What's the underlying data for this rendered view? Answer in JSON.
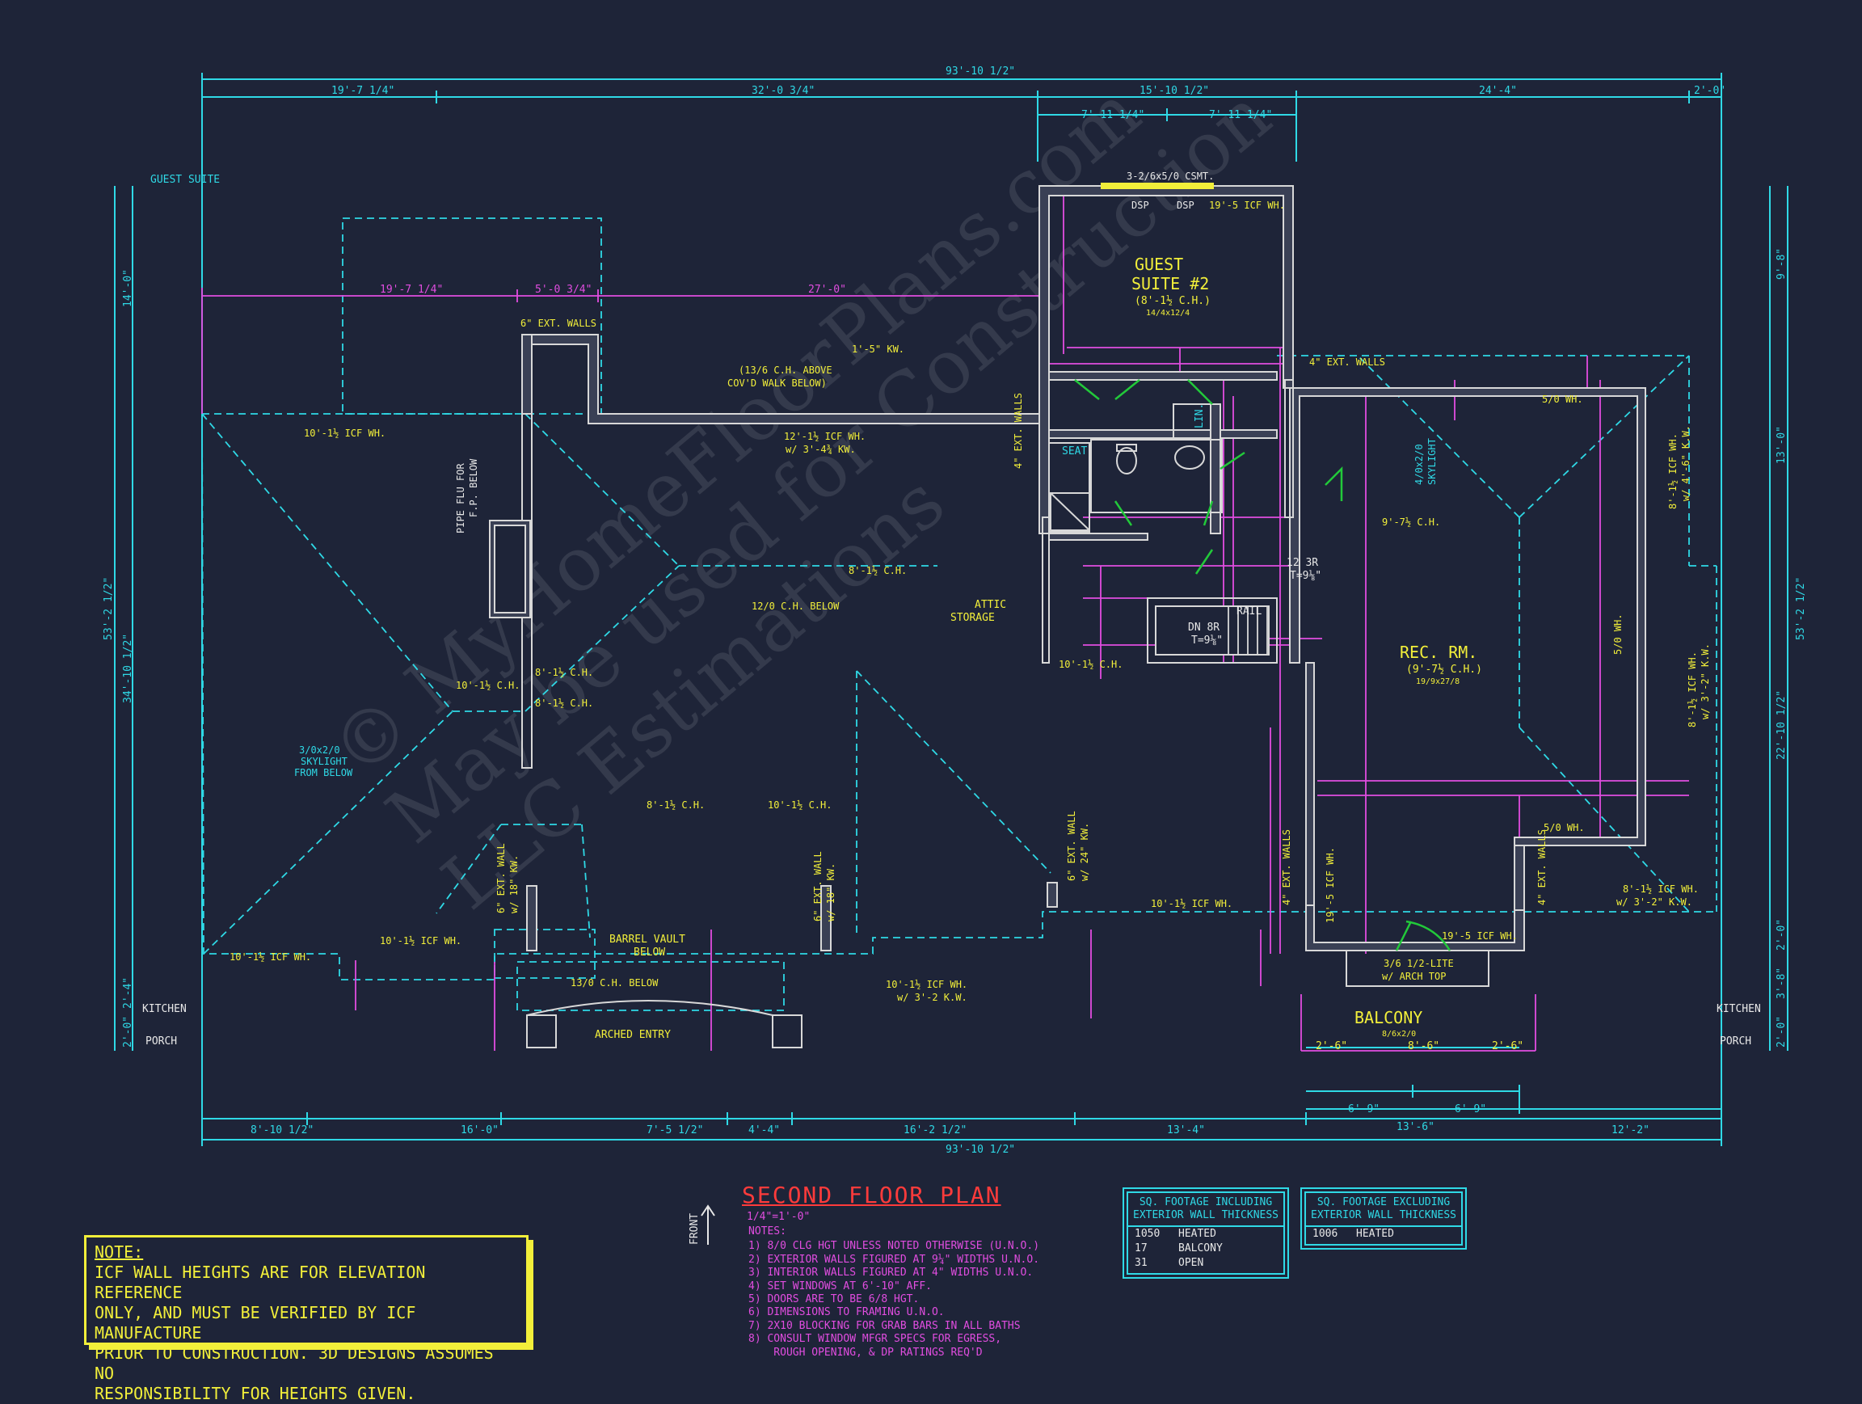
{
  "sheet": {
    "title": "SECOND FLOOR PLAN",
    "scale": "1/4\"=1'-0\"",
    "front_label": "FRONT"
  },
  "watermark": {
    "line1": "© MyHomeFloorPlans.com",
    "line2": "May be used for Construction",
    "line3": "LLC Estimations"
  },
  "dimensions": {
    "overall_top": "93'-10 1/2\"",
    "overall_bottom": "93'-10 1/2\"",
    "top_segments": [
      "19'-7 1/4\"",
      "32'-0 3/4\"",
      "15'-10 1/2\"",
      "24'-4\"",
      "2'-0\""
    ],
    "top_sub": [
      "7'-11 1/4\"",
      "7'-11 1/4\""
    ],
    "inner_top": [
      "19'-7 1/4\"",
      "5'-0 3/4\"",
      "27'-0\""
    ],
    "bottom_segments": [
      "8'-10 1/2\"",
      "16'-0\"",
      "7'-5 1/2\"",
      "4'-4\"",
      "16'-2 1/2\"",
      "13'-4\"",
      "12'-2\""
    ],
    "bottom_upper": [
      "6'-9\"",
      "6'-9\"",
      "13'-6\""
    ],
    "balcony_dims": [
      "2'-6\"",
      "8'-6\"",
      "2'-6\""
    ],
    "left_overall": "53'-2 1/2\"",
    "left_segments": [
      "14'-0\"",
      "34'-10 1/2\"",
      "2'-4\"",
      "2'-0\""
    ],
    "right_overall": "53'-2 1/2\"",
    "right_segments": [
      "9'-8\"",
      "13'-0\"",
      "22'-10 1/2\"",
      "2'-0\"",
      "3'-8\"",
      "2'-0\""
    ]
  },
  "rooms": {
    "guest_suite_top": "GUEST SUITE",
    "guest_suite_2": "GUEST",
    "guest_suite_2b": "SUITE #2",
    "guest_suite_2_ch": "(8'-1½ C.H.)",
    "guest_suite_2_size": "14/4x12/4",
    "rec_rm": "REC. RM.",
    "rec_rm_ch": "(9'-7½ C.H.)",
    "rec_rm_size": "19/9x27/8",
    "balcony": "BALCONY",
    "balcony_size": "8/6x2/0",
    "kitchen_left": "KITCHEN",
    "porch_left": "PORCH",
    "kitchen_right": "KITCHEN",
    "porch_right": "PORCH",
    "arched_entry": "ARCHED ENTRY",
    "barrel_vault": "BARREL VAULT",
    "barrel_vault2": "BELOW",
    "attic": "ATTIC",
    "attic2": "STORAGE",
    "seat": "SEAT",
    "lin": "LIN.",
    "rail": "RAIL",
    "dn_br": "DN 8R",
    "dn_br_t": "T=9⅛\"",
    "up_br": "12 3R",
    "up_br_t": "T=9⅛\""
  },
  "labels": {
    "csmt": "3-2/6x5/0 CSMT.",
    "dsp1": "DSP",
    "dsp2": "DSP",
    "icf_top": "19'-5 ICF WH.",
    "ext_walls_6": "6\" EXT. WALLS",
    "kw_1_5": "1'-5\" KW.",
    "ch_above": "(13/6 C.H. ABOVE",
    "ch_above2": "COV'D WALK BELOW)",
    "icf_10_1_left": "10'-1½ ICF WH.",
    "icf_12_1": "12'-1½ ICF WH.",
    "icf_12_1b": "w/ 3'-4¾ KW.",
    "pipe_flu": "PIPE FLU FOR",
    "pipe_flu2": "F.P. BELOW",
    "ch_8_1": "8'-1½ C.H.",
    "ch_12_0": "12/0 C.H. BELOW",
    "ch_10_1": "10'-1½ C.H.",
    "ch_8_1b": "8'-1½ C.H.",
    "ch_8_1c": "8'-1½ C.H.",
    "ch_10_1b": "10'-1½ C.H.",
    "ch_10_1c": "10'-1½ C.H.",
    "ch_8_1d": "8'-1½ C.H.",
    "skylight": "3/0x2/0",
    "skylight2": "SKYLIGHT",
    "skylight3": "FROM BELOW",
    "icf_10_1_bl": "10'-1½ ICF WH.",
    "icf_10_1_b2": "10'-1½ ICF WH.",
    "ch_13_0": "13/0 C.H. BELOW",
    "icf_10_1_b3": "10'-1½ ICF WH.",
    "icf_10_1_b3b": "w/ 3'-2 K.W.",
    "icf_10_1_mid": "10'-1½ ICF WH.",
    "ext_walls_4": "4\" EXT. WALLS",
    "ext_wall_6a": "6\" EXT. WALL",
    "ext_wall_6a2": "w/ 18\" KW.",
    "ext_wall_6b": "6\" EXT. WALL",
    "ext_wall_6b2": "w/ 18\" KW.",
    "ext_wall_6c": "6\" EXT. WALL",
    "ext_wall_6c2": "w/ 24\" KW.",
    "icf_8_1_r": "8'-1½ ICF WH.",
    "icf_8_1_rb": "w/ 4'-6\" K.W.",
    "wh_5_0": "5/0 WH.",
    "wh_5_0b": "5/0 WH.",
    "wh_5_0c": "5/0 WH.",
    "ch_9_7": "9'-7½ C.H.",
    "skylight_r": "4/0x2/0",
    "skylight_r2": "SKYLIGHT",
    "icf_8_1_r2": "8'-1½ ICF WH.",
    "icf_8_1_r2b": "w/ 3'-2\" K.W.",
    "icf_8_1_r3": "8'-1½ ICF WH.",
    "icf_8_1_r3b": "w/ 3'-2\" K.W.",
    "icf_19_5_a": "19'-5 ICF WH.",
    "icf_19_5_b": "19'-5 ICF WH.",
    "door_balc": "3/6 1/2-LITE",
    "door_balc2": "w/ ARCH TOP",
    "ext_walls_4b": "4\" EXT. WALLS",
    "ext_walls_4c": "4\" EXT. WALLS",
    "ext_walls_4d": "4\" EXT. WALLS"
  },
  "note_box": {
    "title": "NOTE:",
    "lines": [
      "ICF WALL HEIGHTS ARE FOR ELEVATION REFERENCE",
      "ONLY, AND MUST BE VERIFIED BY ICF MANUFACTURE",
      "PRIOR TO CONSTRUCTION. 3D DESIGNS ASSUMES NO",
      "RESPONSIBILITY FOR HEIGHTS GIVEN."
    ]
  },
  "notes": {
    "heading": "NOTES:",
    "items": [
      "1)  8/0 CLG HGT UNLESS NOTED OTHERWISE (U.N.O.)",
      "2)  EXTERIOR WALLS FIGURED AT 9¼\" WIDTHS U.N.O.",
      "3)  INTERIOR WALLS FIGURED AT 4\" WIDTHS U.N.O.",
      "4)  SET WINDOWS AT 6'-10\" AFF.",
      "5)  DOORS ARE TO BE 6/8 HGT.",
      "6)  DIMENSIONS TO FRAMING U.N.O.",
      "7)  2X10 BLOCKING FOR GRAB BARS IN ALL BATHS",
      "8)  CONSULT WINDOW MFGR SPECS FOR EGRESS,",
      "    ROUGH OPENING, & DP RATINGS REQ'D"
    ]
  },
  "sqft_including": {
    "head1": "SQ. FOOTAGE INCLUDING",
    "head2": "EXTERIOR WALL THICKNESS",
    "rows": [
      {
        "n": "1050",
        "label": "HEATED"
      },
      {
        "n": "17",
        "label": "BALCONY"
      },
      {
        "n": "31",
        "label": "OPEN"
      }
    ]
  },
  "sqft_excluding": {
    "head1": "SQ. FOOTAGE EXCLUDING",
    "head2": "EXTERIOR WALL THICKNESS",
    "rows": [
      {
        "n": "1006",
        "label": "HEATED"
      }
    ]
  },
  "colors": {
    "background": "#1e2438",
    "dimension": "#2fd9e6",
    "text": "#f2ef3a",
    "interior_dim": "#e14de0",
    "wall": "#d8d8d8",
    "door": "#22c93a",
    "title": "#ff3b3b"
  }
}
